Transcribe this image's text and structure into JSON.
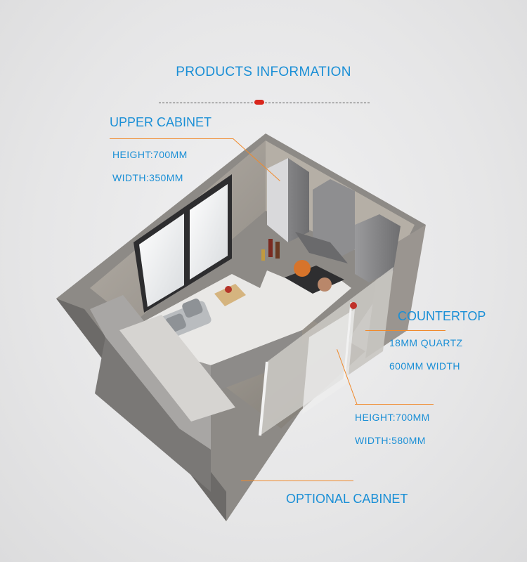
{
  "title": "PRODUCTS INFORMATION",
  "upper_cabinet": {
    "heading": "UPPER CABINET",
    "height": "HEIGHT:700MM",
    "width": "WIDTH:350MM"
  },
  "countertop": {
    "heading": "COUNTERTOP",
    "thickness": "18MM QUARTZ",
    "width": "600MM WIDTH"
  },
  "base_cabinet": {
    "height": "HEIGHT:700MM",
    "width": "WIDTH:580MM"
  },
  "optional_cabinet": {
    "heading": "OPTIONAL  CABINET"
  },
  "colors": {
    "label_blue": "#1a8fd6",
    "leader_orange": "#f08a2c",
    "divider_red": "#d9261c"
  }
}
